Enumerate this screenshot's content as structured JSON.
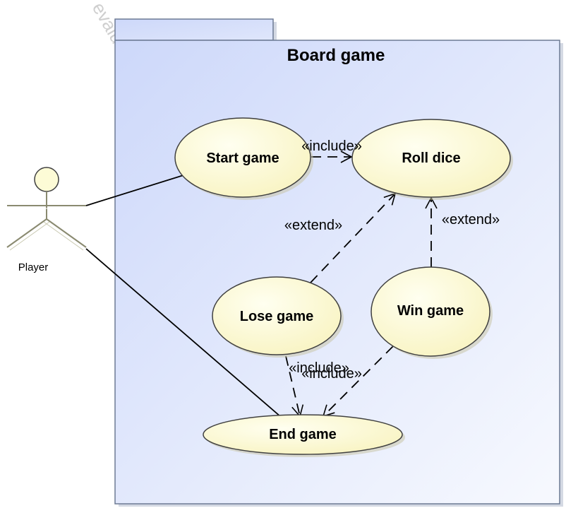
{
  "package": {
    "title": "Board game"
  },
  "actor": {
    "name": "Player"
  },
  "use_cases": {
    "start": "Start game",
    "roll": "Roll dice",
    "lose": "Lose game",
    "win": "Win game",
    "end": "End game"
  },
  "relations": {
    "start_roll": "«include»",
    "lose_roll": "«extend»",
    "win_roll": "«extend»",
    "lose_end": "«include»",
    "win_end": "«include»"
  },
  "watermark": "evalu",
  "colors": {
    "package_fill_start": "#cdd8fa",
    "package_fill_end": "#f6f8fd",
    "package_border": "#6d7a94",
    "usecase_fill": "#fdfbd6",
    "usecase_border": "#404040"
  }
}
